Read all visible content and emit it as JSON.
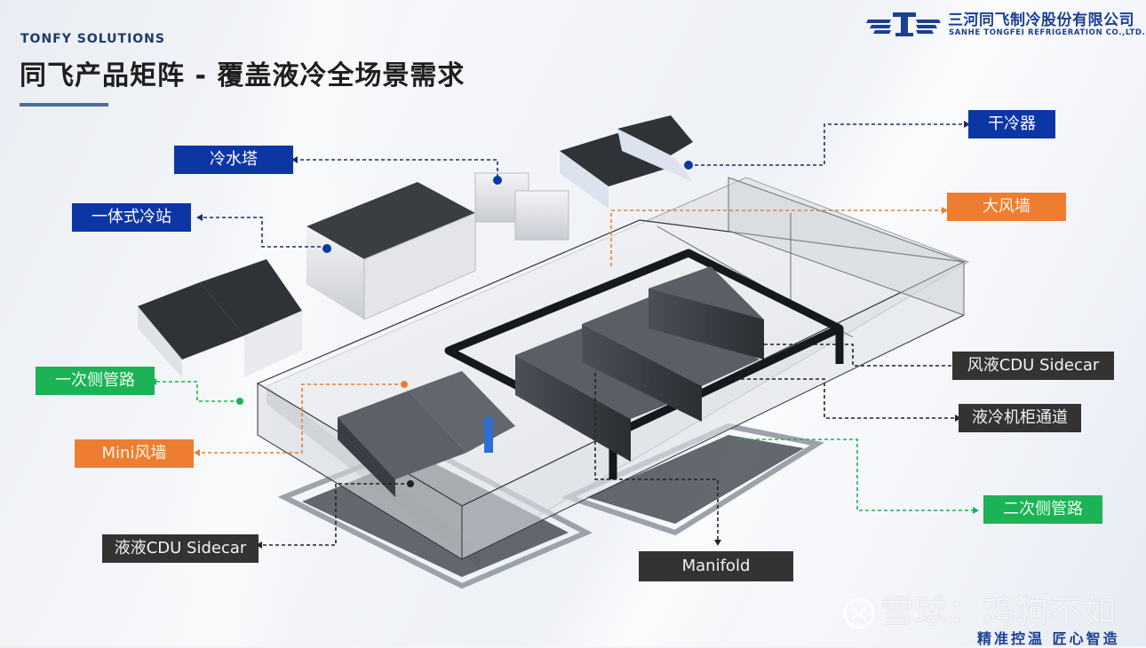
{
  "header": {
    "subtitle": "TONFY SOLUTIONS",
    "title": "同飞产品矩阵 - 覆盖液冷全场景需求"
  },
  "company": {
    "name_cn": "三河同飞制冷股份有限公司",
    "name_en": "SANHE TONGFEI REFRIGERATION CO.,LTD."
  },
  "colors": {
    "primary_blue": "#0d36a5",
    "orange": "#ee7d31",
    "green": "#1cb256",
    "dark": "#333333",
    "brand": "#1c3f93"
  },
  "labels": {
    "cooling_tower": "冷水塔",
    "integrated_chiller_station": "一体式冷站",
    "dry_cooler": "干冷器",
    "large_fan_wall": "大风墙",
    "primary_pipeline": "一次侧管路",
    "mini_fan_wall": "Mini风墙",
    "air_liquid_cdu": "风液CDU Sidecar",
    "liquid_cabinet_aisle": "液冷机柜通道",
    "secondary_pipeline": "二次侧管路",
    "liquid_liquid_cdu": "液液CDU Sidecar",
    "manifold": "Manifold"
  },
  "footer": {
    "watermark": "雪球：鸡狗不如",
    "slogan": "精准控温  匠心智造"
  }
}
